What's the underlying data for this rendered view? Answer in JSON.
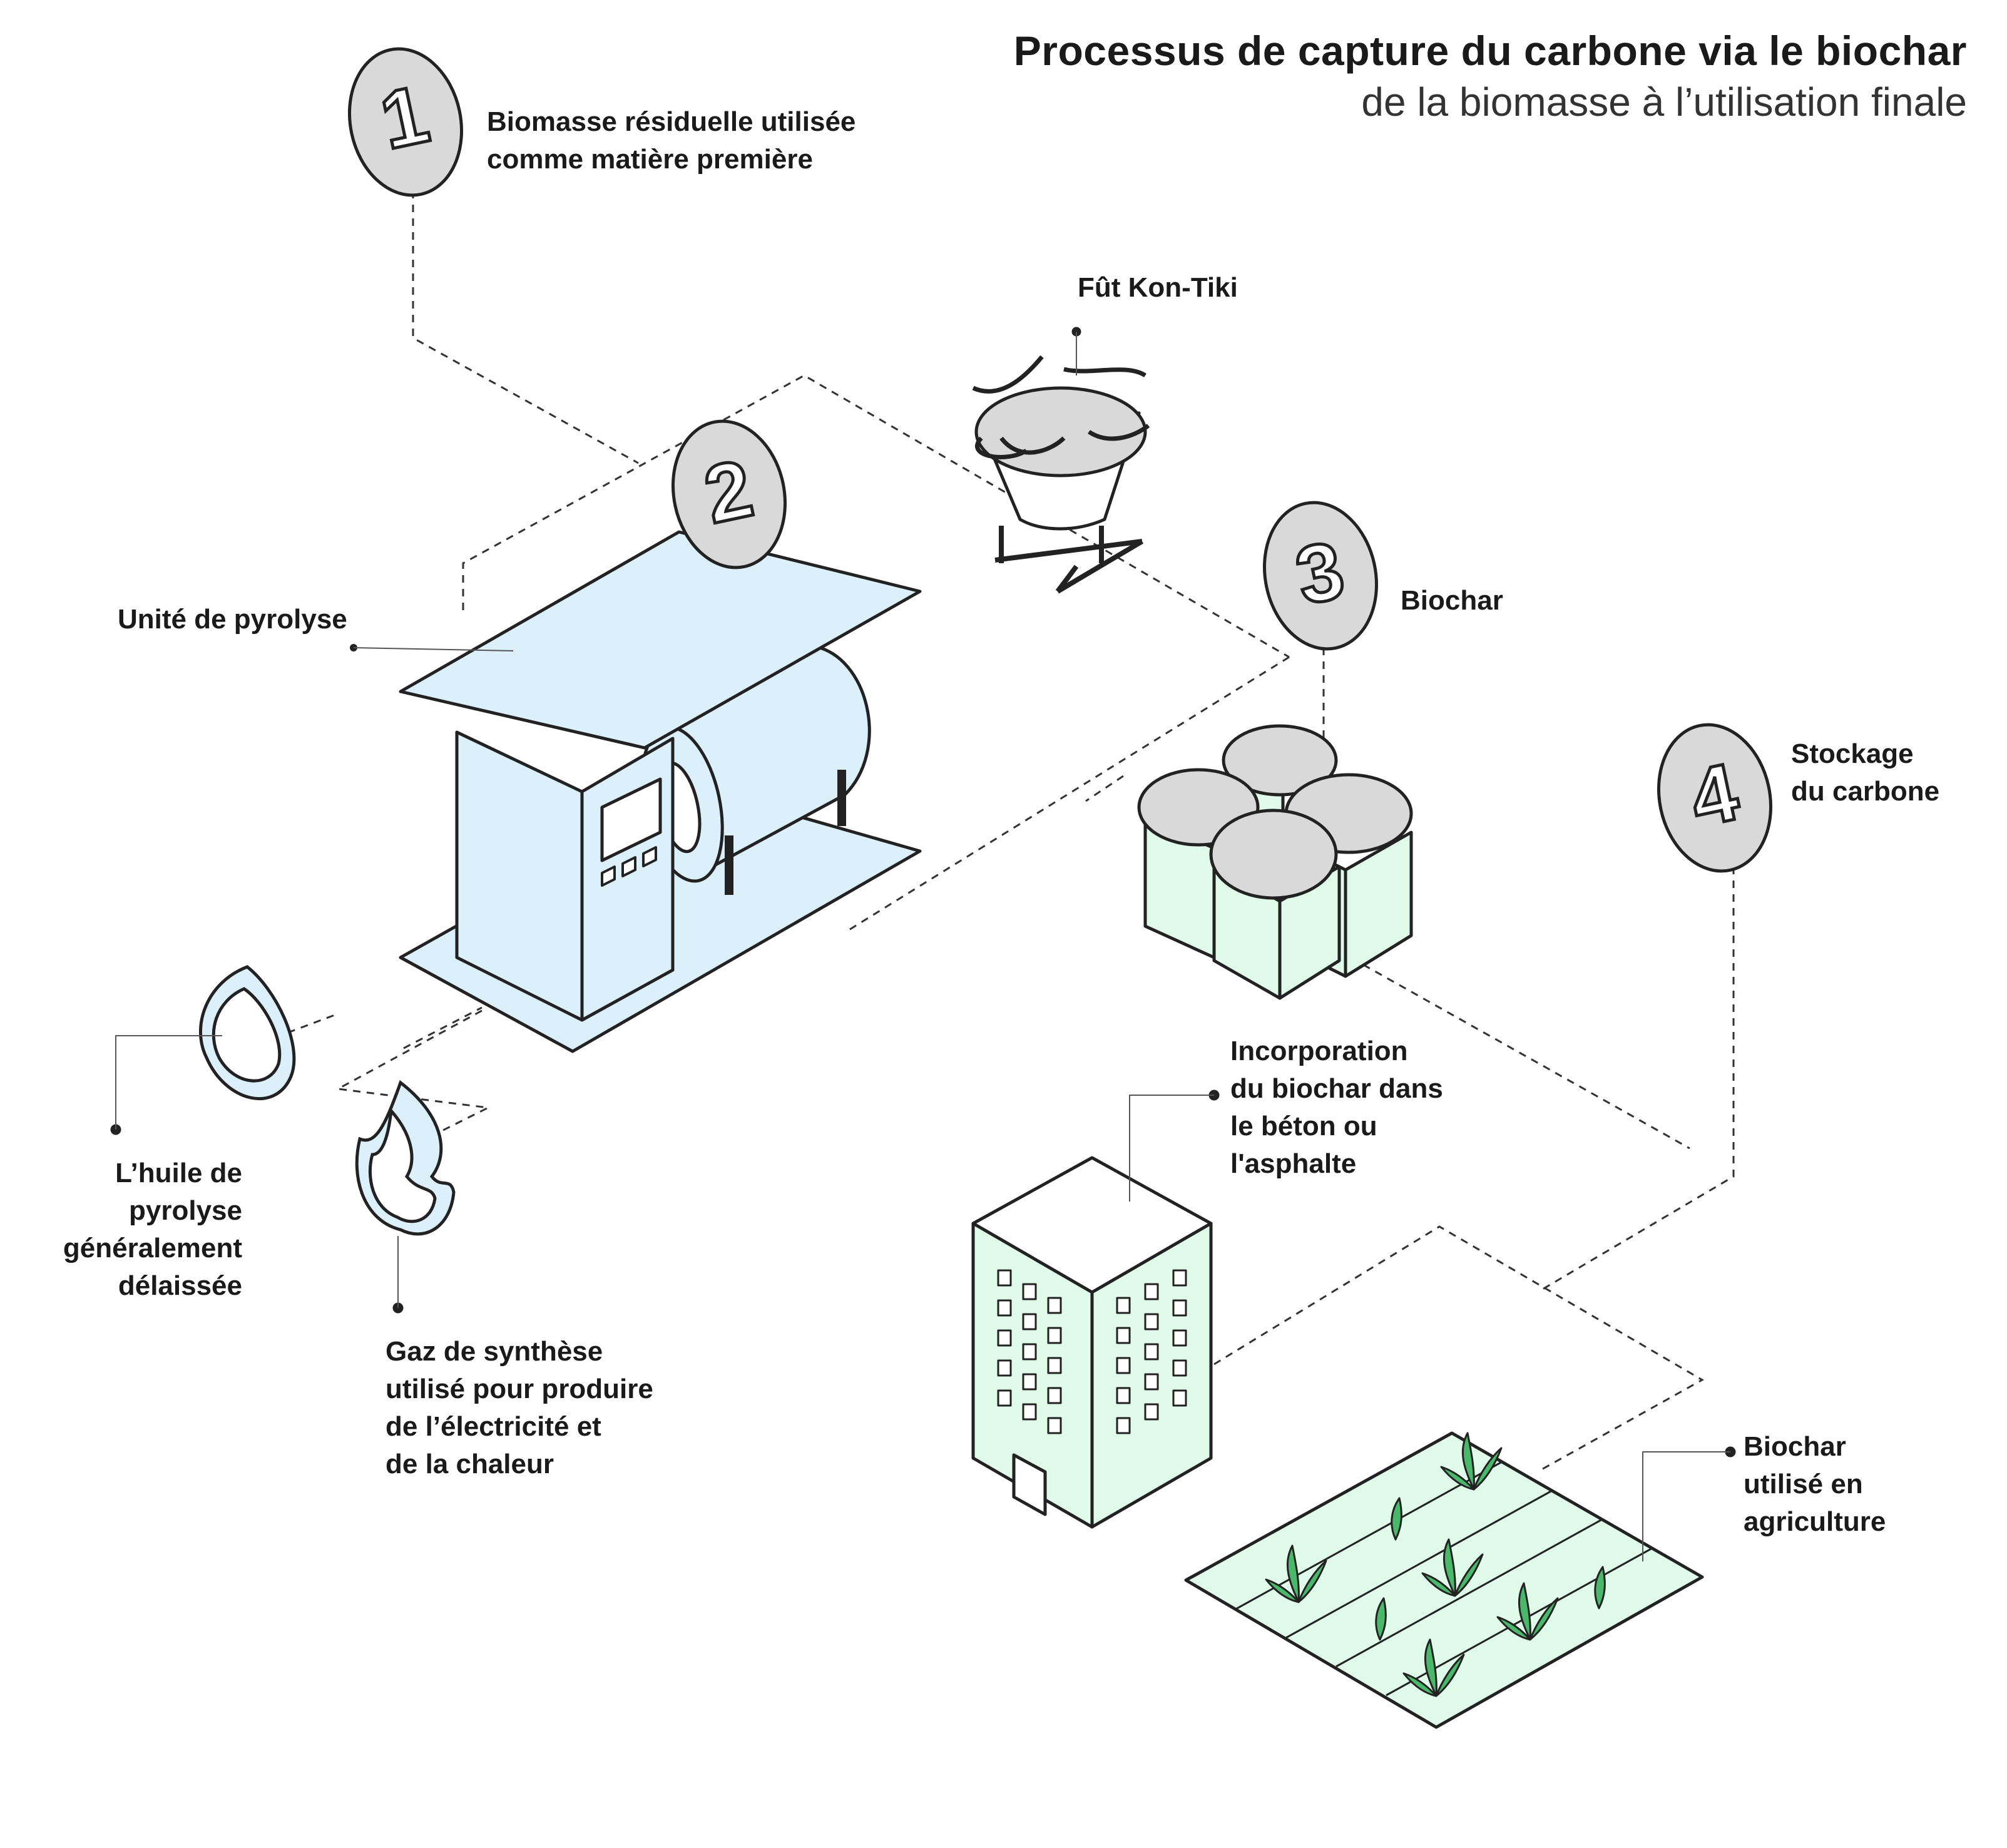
{
  "title": "Processus de capture du carbone via le biochar",
  "subtitle": "de la biomasse à l’utilisation finale",
  "steps": [
    {
      "number": "1",
      "label": "Biomasse résiduelle utilisée\ncomme matière première"
    },
    {
      "number": "2",
      "label": "Unité de pyrolyse"
    },
    {
      "number": "3",
      "label": "Biochar"
    },
    {
      "number": "4",
      "label": "Stockage\ndu carbone"
    }
  ],
  "kontiki_label": "Fût Kon-Tiki",
  "oil_label": "L’huile de\npyrolyse\ngénéralement\ndélaissée",
  "gas_label": "Gaz de synthèse\nutilisé pour produire\nde l’électricité et\nde la chaleur",
  "concrete_label": "Incorporation\ndu biochar dans\nle béton ou\nl'asphalte",
  "agri_label": "Biochar\nutilisé en\nagriculture",
  "colors": {
    "blue_fill": "#dcf0fc",
    "green_fill": "#e0fbea",
    "badge_fill": "#d9d9d9",
    "plant_green": "#49b86b",
    "line": "#222222"
  }
}
